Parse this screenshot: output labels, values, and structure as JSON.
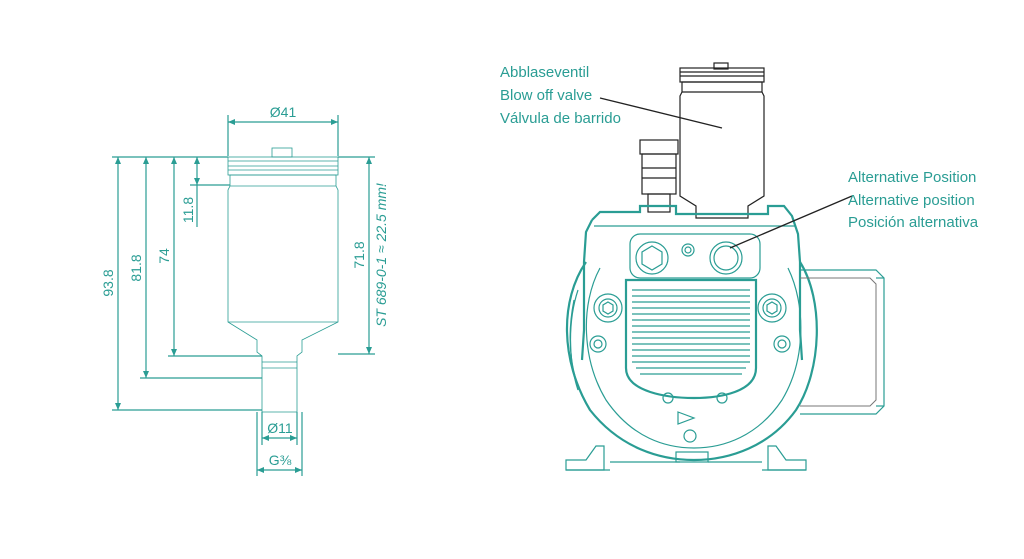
{
  "left_drawing": {
    "dim_top_diameter": "Ø41",
    "dim_outlet_diameter": "Ø11",
    "dim_thread": "G⅜",
    "dim_93_8": "93.8",
    "dim_81_8": "81.8",
    "dim_74": "74",
    "dim_11_8": "11.8",
    "dim_71_8": "71.8",
    "standard_note": "ST 689-0-1 ≈ 22.5 mm!"
  },
  "right_drawing": {
    "valve_label": [
      "Abblaseventil",
      "Blow off valve",
      "Válvula de barrido"
    ],
    "alt_label": [
      "Alternative Position",
      "Alternative position",
      "Posición alternativa"
    ]
  },
  "colors": {
    "accent": "#2a9d94",
    "outline": "#222222"
  }
}
